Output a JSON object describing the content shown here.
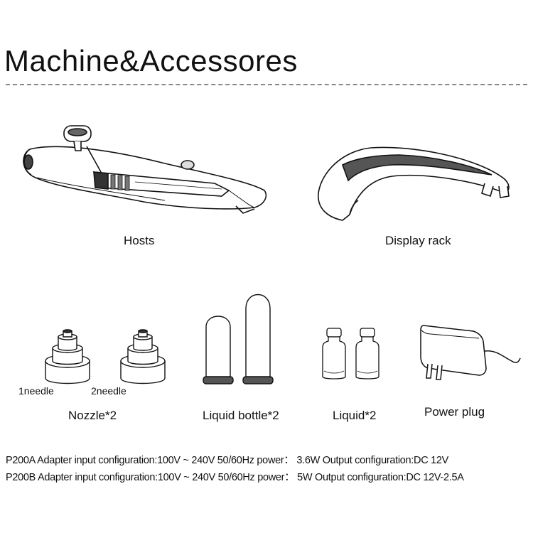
{
  "title": "Machine&Accessores",
  "captions": {
    "hosts": "Hosts",
    "display_rack": "Display rack",
    "needle1": "1needle",
    "needle2": "2needle",
    "nozzle": "Nozzle*2",
    "liquid_bottle": "Liquid bottle*2",
    "liquid": "Liquid*2",
    "power_plug": "Power plug"
  },
  "specs": [
    "P200A Adapter input configuration:100V ~ 240V 50/60Hz power： 3.6W Output configuration:DC 12V",
    "P200B Adapter input configuration:100V ~ 240V 50/60Hz power： 5W Output configuration:DC 12V-2.5A"
  ]
}
